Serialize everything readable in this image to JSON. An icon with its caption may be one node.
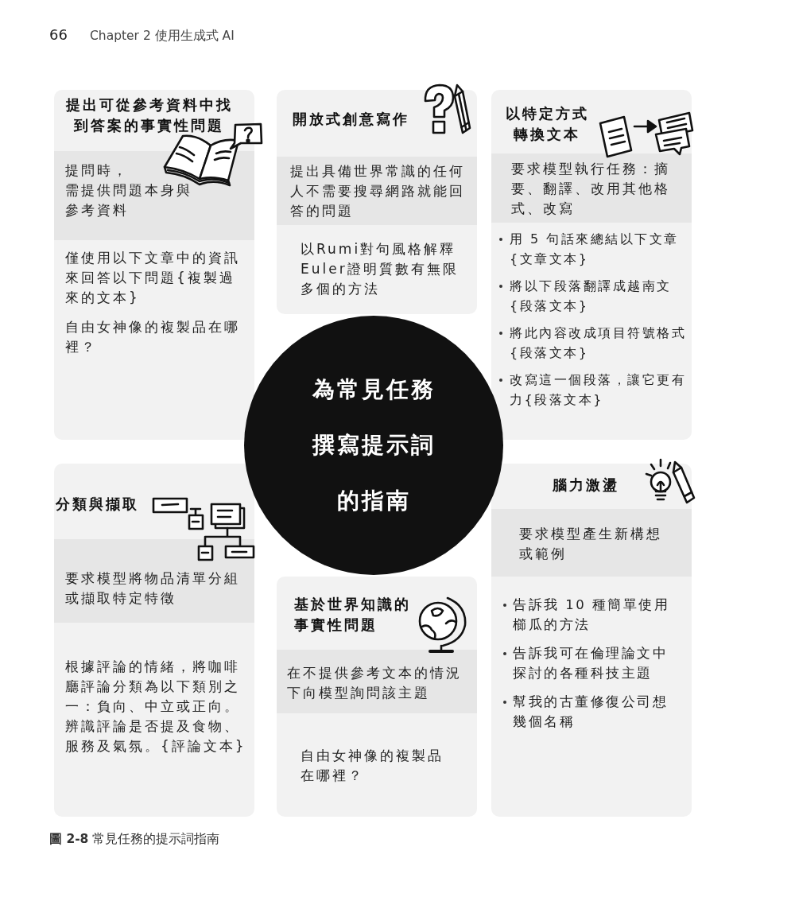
{
  "diagram": {
    "caption": "**圖 2-8** 常見任務的提示詞指南",
    "nodes": [
      {
        "text": [
          "提出可從參考資料中找到答案的事實性問題",
          "僅使用以下文章中的資訊來回答以下問題{複製過來的文本}",
          "自由女神像的複製品在哪裡？"
        ]
      },
      {
        "text": [
          "提問時，需提供問題本身與參考資料"
        ],
        "in": 0
      },
      {
        "text": [
          "開放式創意寫作",
          "以Rumi對句風格解釋Euler證明質數有無限多個的方法"
        ]
      },
      {
        "text": [
          "提出具備世界常識的任何人不需要搜尋網路就能回答的問題"
        ],
        "in": 2
      },
      {
        "text": [
          "以特定方式轉換文本",
          "用 5 句話來總結以下文章{文章文本}",
          "將以下段落翻譯成越南文{段落文本}",
          "將此內容改成項目符號格式{段落文本}",
          "改寫這一個段落，讓它更有力{段落文本}"
        ]
      },
      {
        "text": [
          "要求模型執行任務：摘要、翻譯、改用其他格式、改寫"
        ],
        "in": 4
      },
      {
        "text": [
          "為常見任務撰寫提示詞的指南"
        ]
      },
      {
        "text": [
          "分類與擷取",
          "根據評論的情緒，將咖啡廳評論分類為以下類別之一：負向、中立或正向。辨識評論是否提及食物、服務及氣氛。{評論文本}"
        ]
      },
      {
        "text": [
          "要求模型將物品清單分組或擷取特定特徵"
        ],
        "in": 7
      },
      {
        "text": [
          "基於世界知識的事實性問題",
          "自由女神像的複製品在哪裡？"
        ]
      },
      {
        "text": [
          "在不提供參考文本的情況下向模型詢問該主題"
        ],
        "in": 9
      },
      {
        "text": [
          "腦力激盪",
          "告訴我 10 種簡單使用櫛瓜的方法",
          "告訴我可在倫理論文中探討的各種科技主題",
          "幫我的古董修復公司想幾個名稱"
        ]
      },
      {
        "text": [
          "要求模型產生新構想或範例"
        ],
        "in": 11
      }
    ],
    "labels": [
      "66",
      "Chapter 2 使用生成式 AI"
    ]
  }
}
